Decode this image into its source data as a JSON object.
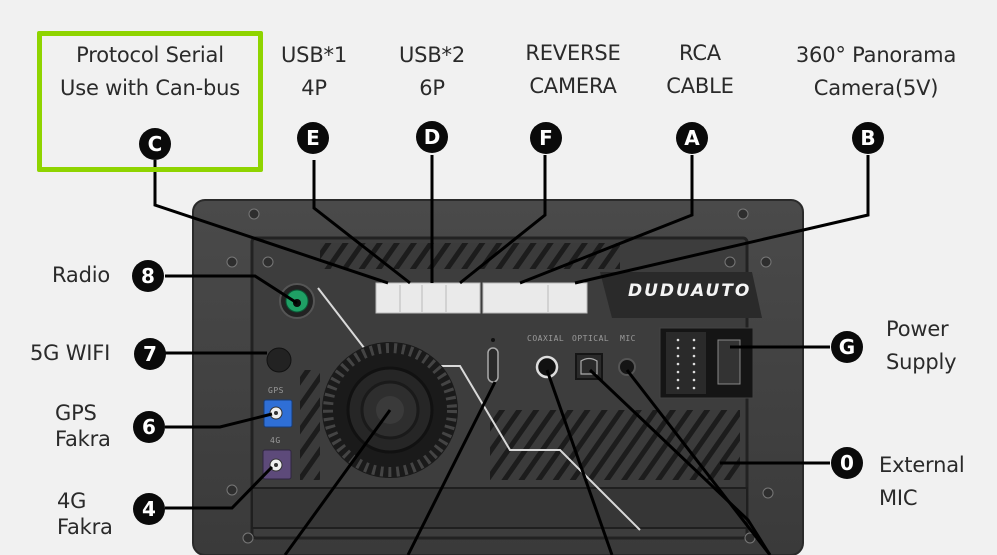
{
  "diagram": {
    "title": "Car Stereo Rear Panel Connection Diagram",
    "brand_text": "DUDUAUTO",
    "highlight_color": "#8fd400",
    "top_callouts": [
      {
        "id": "C",
        "lines": [
          "Protocol Serial",
          "Use with Can-bus"
        ],
        "highlighted": true
      },
      {
        "id": "E",
        "lines": [
          "USB*1",
          "4P"
        ]
      },
      {
        "id": "D",
        "lines": [
          "USB*2",
          "6P"
        ]
      },
      {
        "id": "F",
        "lines": [
          "REVERSE",
          "CAMERA"
        ]
      },
      {
        "id": "A",
        "lines": [
          "RCA",
          "CABLE"
        ]
      },
      {
        "id": "B",
        "lines": [
          "360° Panorama",
          "Camera(5V)"
        ]
      }
    ],
    "left_callouts": [
      {
        "id": "8",
        "lines": [
          "Radio"
        ]
      },
      {
        "id": "7",
        "lines": [
          "5G WIFI"
        ]
      },
      {
        "id": "6",
        "lines": [
          "GPS",
          "Fakra"
        ]
      },
      {
        "id": "4",
        "lines": [
          "4G",
          "Fakra"
        ]
      }
    ],
    "right_callouts": [
      {
        "id": "G",
        "lines": [
          "Power",
          "Supply"
        ]
      },
      {
        "id": "0",
        "lines": [
          "External",
          "MIC"
        ]
      }
    ],
    "port_labels": {
      "gps": "GPS",
      "4g": "4G",
      "coaxial": "COAXIAL",
      "optical": "OPTICAL",
      "mic": "MIC"
    }
  }
}
